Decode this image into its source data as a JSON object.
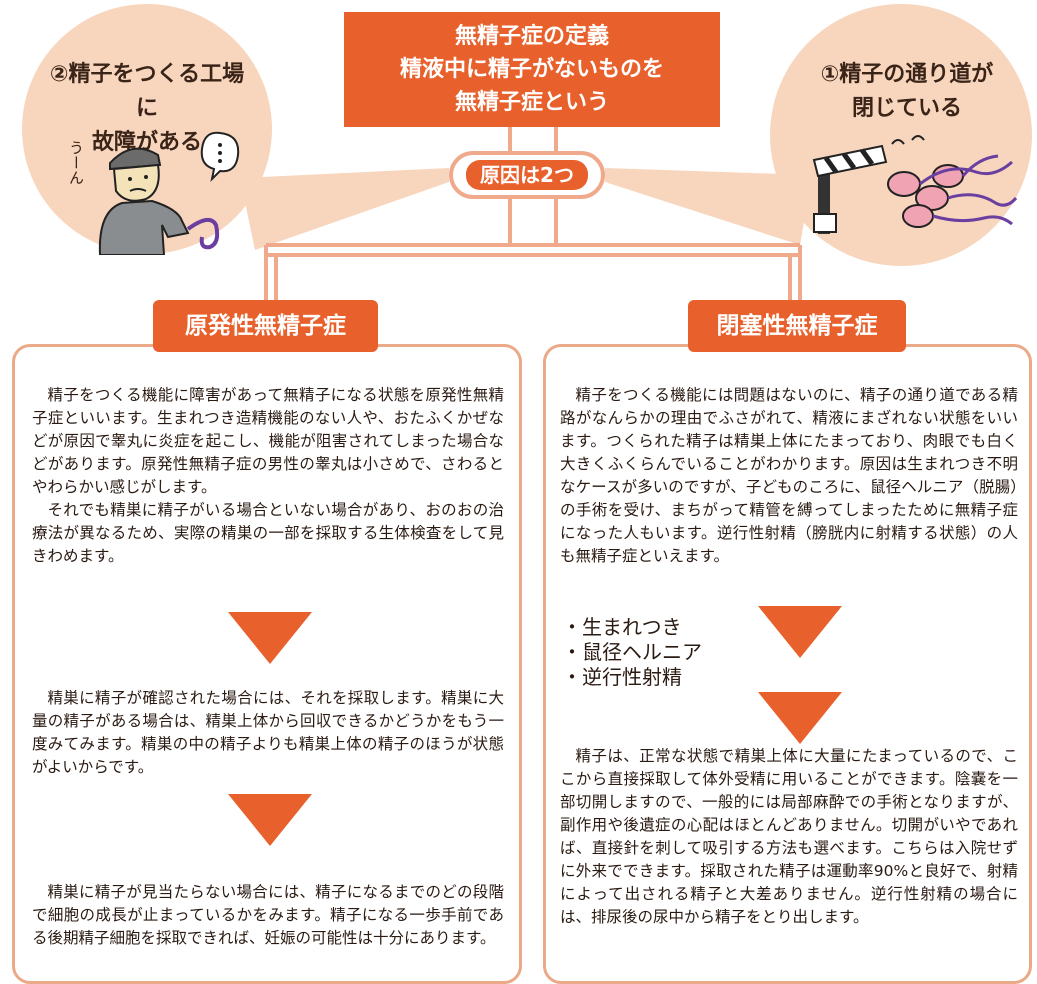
{
  "title": {
    "lines": [
      "無精子症の定義",
      "精液中に精子がないものを",
      "無精子症という"
    ]
  },
  "causes_label": "原因は2つ",
  "left_circle": {
    "lines": [
      "②精子をつくる工場に",
      "故障がある"
    ],
    "sound": "うーん"
  },
  "right_circle": {
    "lines": [
      "①精子の通り道が",
      "閉じている"
    ]
  },
  "left_panel": {
    "heading": "原発性無精子症",
    "paragraph1": "精子をつくる機能に障害があって無精子になる状態を原発性無精子症といいます。生まれつき造精機能のない人や、おたふくかぜなどが原因で睾丸に炎症を起こし、機能が阻害されてしまった場合などがあります。原発性無精子症の男性の睾丸は小さめで、さわるとやわらかい感じがします。",
    "paragraph1b": "それでも精巣に精子がいる場合といない場合があり、おのおの治療法が異なるため、実際の精巣の一部を採取する生体検査をして見きわめます。",
    "paragraph2": "精巣に精子が確認された場合には、それを採取します。精巣に大量の精子がある場合は、精巣上体から回収できるかどうかをもう一度みてみます。精巣の中の精子よりも精巣上体の精子のほうが状態がよいからです。",
    "paragraph3": "精巣に精子が見当たらない場合には、精子になるまでのどの段階で細胞の成長が止まっているかをみます。精子になる一歩手前である後期精子細胞を採取できれば、妊娠の可能性は十分にあります。"
  },
  "right_panel": {
    "heading": "閉塞性無精子症",
    "paragraph1": "精子をつくる機能には問題はないのに、精子の通り道である精路がなんらかの理由でふさがれて、精液にまざれない状態をいいます。つくられた精子は精巣上体にたまっており、肉眼でも白く大きくふくらんでいることがわかります。原因は生まれつき不明なケースが多いのですが、子どものころに、鼠径ヘルニア（脱腸）の手術を受け、まちがって精管を縛ってしまったために無精子症になった人もいます。逆行性射精（膀胱内に射精する状態）の人も無精子症といえます。",
    "bullets": [
      "生まれつき",
      "鼠径ヘルニア",
      "逆行性射精"
    ],
    "paragraph2": "精子は、正常な状態で精巣上体に大量にたまっているので、ここから直接採取して体外受精に用いることができます。陰嚢を一部切開しますので、一般的には局部麻酔での手術となりますが、副作用や後遺症の心配はほとんどありません。切開がいやであれば、直接針を刺して吸引する方法も選べます。こちらは入院せずに外来でできます。採取された精子は運動率90%と良好で、射精によって出される精子と大差ありません。逆行性射精の場合には、排尿後の尿中から精子をとり出します。"
  },
  "colors": {
    "accent": "#e8612c",
    "circle_fill": "#f8d6be",
    "panel_border": "#eaa987"
  }
}
